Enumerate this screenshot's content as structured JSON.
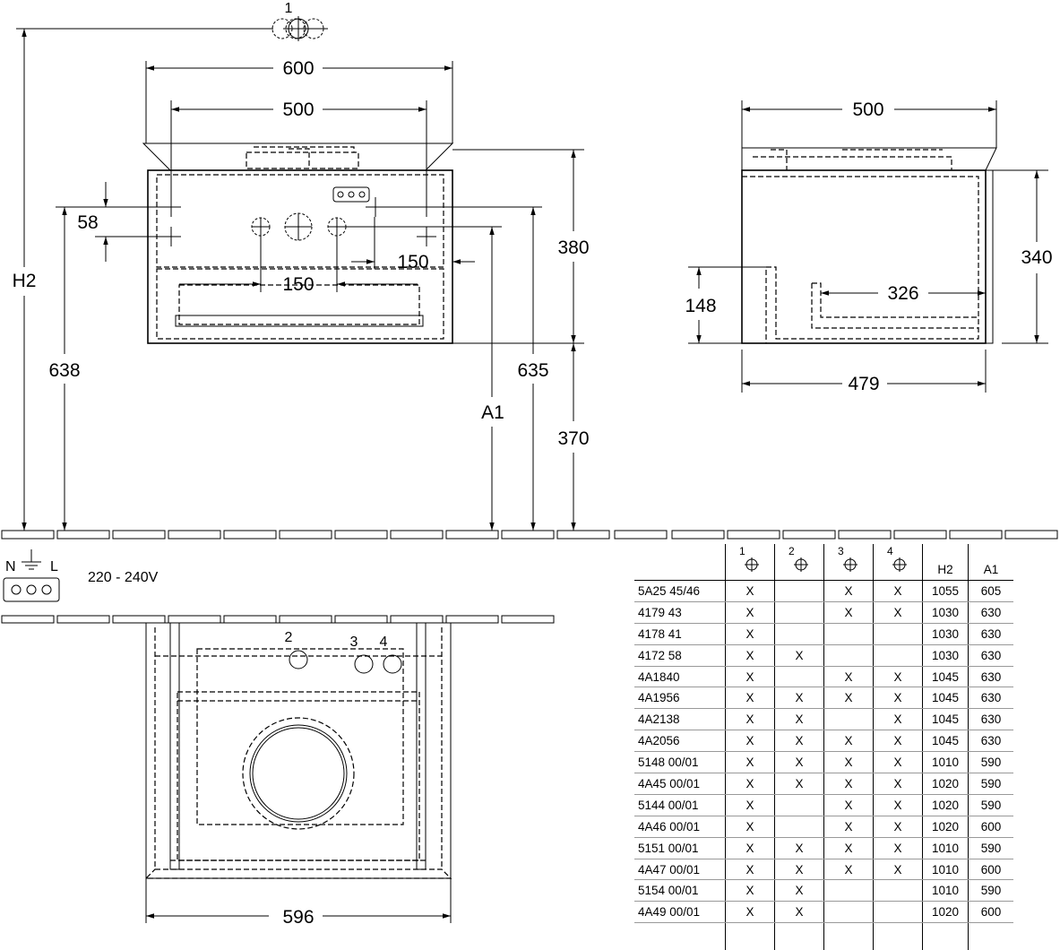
{
  "dimensions": {
    "top_width": "600",
    "inner_width": "500",
    "hole_gap_upper": "150",
    "hole_gap_lower": "150",
    "spacing_58": "58",
    "height_380": "380",
    "height_370": "370",
    "height_638": "638",
    "height_635": "635",
    "label_a1": "A1",
    "label_h2": "H2",
    "side_width": "500",
    "side_height": "340",
    "side_148": "148",
    "side_326": "326",
    "side_depth": "479",
    "bottom_width": "596"
  },
  "callouts": {
    "top": "1",
    "hole_2": "2",
    "hole_3": "3",
    "hole_4": "4"
  },
  "electrical": {
    "n": "N",
    "l": "L",
    "voltage": "220 - 240V"
  },
  "table": {
    "headers": [
      "",
      "1",
      "2",
      "3",
      "4",
      "H2",
      "A1"
    ],
    "rows": [
      {
        "code": "5A25 45/46",
        "c1": "X",
        "c2": "",
        "c3": "X",
        "c4": "X",
        "h2": "1055",
        "a1": "605"
      },
      {
        "code": "4179 43",
        "c1": "X",
        "c2": "",
        "c3": "X",
        "c4": "X",
        "h2": "1030",
        "a1": "630"
      },
      {
        "code": "4178 41",
        "c1": "X",
        "c2": "",
        "c3": "",
        "c4": "",
        "h2": "1030",
        "a1": "630"
      },
      {
        "code": "4172 58",
        "c1": "X",
        "c2": "X",
        "c3": "",
        "c4": "",
        "h2": "1030",
        "a1": "630"
      },
      {
        "code": "4A1840",
        "c1": "X",
        "c2": "",
        "c3": "X",
        "c4": "X",
        "h2": "1045",
        "a1": "630"
      },
      {
        "code": "4A1956",
        "c1": "X",
        "c2": "X",
        "c3": "X",
        "c4": "X",
        "h2": "1045",
        "a1": "630"
      },
      {
        "code": "4A2138",
        "c1": "X",
        "c2": "X",
        "c3": "",
        "c4": "X",
        "h2": "1045",
        "a1": "630"
      },
      {
        "code": "4A2056",
        "c1": "X",
        "c2": "X",
        "c3": "X",
        "c4": "X",
        "h2": "1045",
        "a1": "630"
      },
      {
        "code": "5148 00/01",
        "c1": "X",
        "c2": "X",
        "c3": "X",
        "c4": "X",
        "h2": "1010",
        "a1": "590"
      },
      {
        "code": "4A45 00/01",
        "c1": "X",
        "c2": "X",
        "c3": "X",
        "c4": "X",
        "h2": "1020",
        "a1": "590"
      },
      {
        "code": "5144 00/01",
        "c1": "X",
        "c2": "",
        "c3": "X",
        "c4": "X",
        "h2": "1020",
        "a1": "590"
      },
      {
        "code": "4A46 00/01",
        "c1": "X",
        "c2": "",
        "c3": "X",
        "c4": "X",
        "h2": "1020",
        "a1": "600"
      },
      {
        "code": "5151 00/01",
        "c1": "X",
        "c2": "X",
        "c3": "X",
        "c4": "X",
        "h2": "1010",
        "a1": "590"
      },
      {
        "code": "4A47 00/01",
        "c1": "X",
        "c2": "X",
        "c3": "X",
        "c4": "X",
        "h2": "1010",
        "a1": "600"
      },
      {
        "code": "5154 00/01",
        "c1": "X",
        "c2": "X",
        "c3": "",
        "c4": "",
        "h2": "1010",
        "a1": "590"
      },
      {
        "code": "4A49 00/01",
        "c1": "X",
        "c2": "X",
        "c3": "",
        "c4": "",
        "h2": "1020",
        "a1": "600"
      }
    ]
  }
}
